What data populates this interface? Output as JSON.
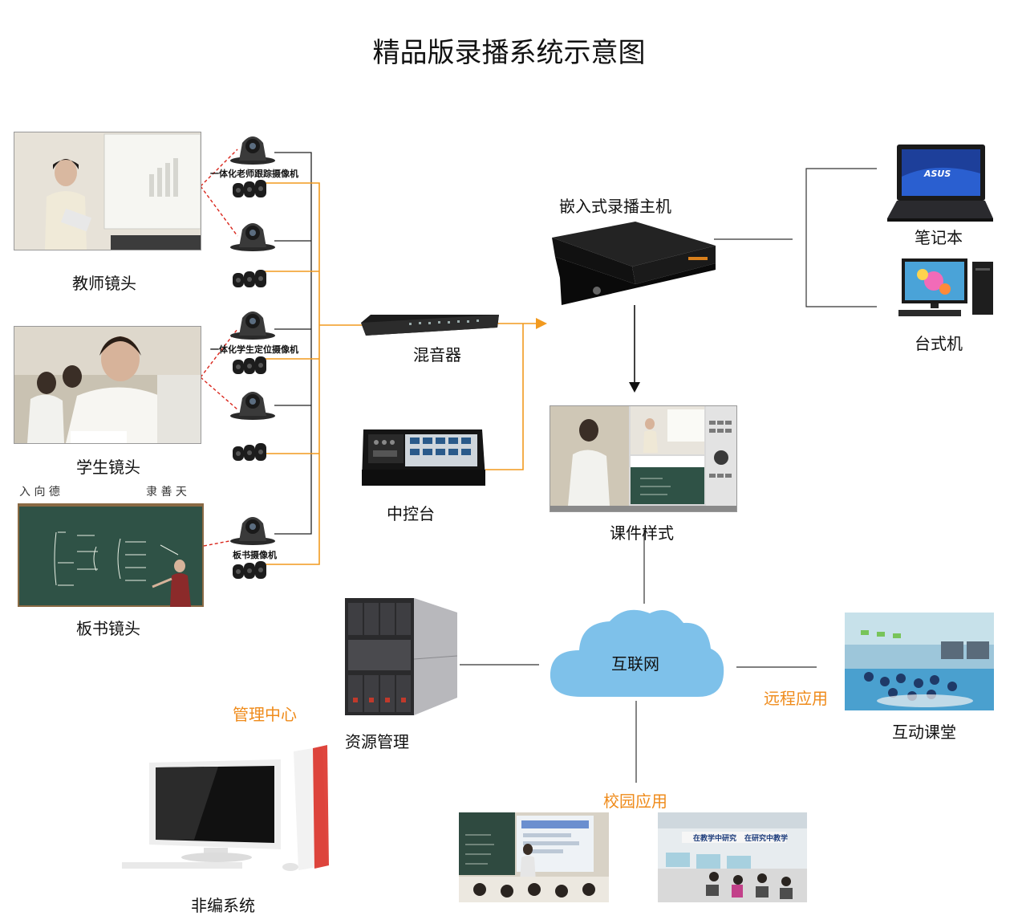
{
  "title": "精品版录播系统示意图",
  "lenses": {
    "teacher": "教师镜头",
    "student": "学生镜头",
    "board": "板书镜头"
  },
  "cameras": {
    "teacher_tracking": "一体化老师跟踪摄像机",
    "student_locating": "一体化学生定位摄像机",
    "board_camera": "板书摄像机"
  },
  "devices": {
    "mixer": "混音器",
    "control_console": "中控台",
    "host": "嵌入式录播主机",
    "laptop": "笔记本",
    "desktop": "台式机",
    "courseware": "课件样式",
    "internet": "互联网",
    "resource_mgmt": "资源管理",
    "nonlinear_edit": "非编系统",
    "interactive_class": "互动课堂"
  },
  "sections": {
    "management_center": "管理中心",
    "remote_app": "远程应用",
    "campus_app": "校园应用"
  },
  "board_texts": {
    "banner_left": "入 向 德",
    "banner_right": "隶 善 天",
    "lab_banner_1": "在教学中研究",
    "lab_banner_2": "在研究中教学"
  },
  "brands": {
    "laptop_brand": "ASUS"
  },
  "colors": {
    "orange_wire": "#f29a1f",
    "red_dashed": "#d9261c",
    "black_wire": "#222222",
    "cloud": "#7ec1ea",
    "label_orange": "#ef8b1b"
  }
}
